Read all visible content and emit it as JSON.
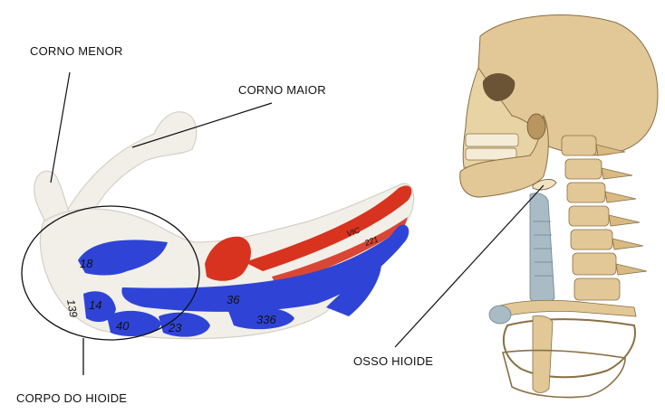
{
  "labels": {
    "corno_menor": "CORNO MENOR",
    "corno_maior": "CORNO MAIOR",
    "corpo_do_hioide": "CORPO DO HIOIDE",
    "osso_hioide": "OSSO HIOIDE"
  },
  "model_markings": [
    "18",
    "14",
    "139",
    "40",
    "23",
    "36",
    "336",
    "VIC",
    "221"
  ],
  "colors": {
    "bone_model": "#f1efe8",
    "muscle_red": "#d7331f",
    "muscle_blue": "#2f44d6",
    "skull_bone": "#e2c896",
    "cartilage": "#a9bcc6"
  }
}
